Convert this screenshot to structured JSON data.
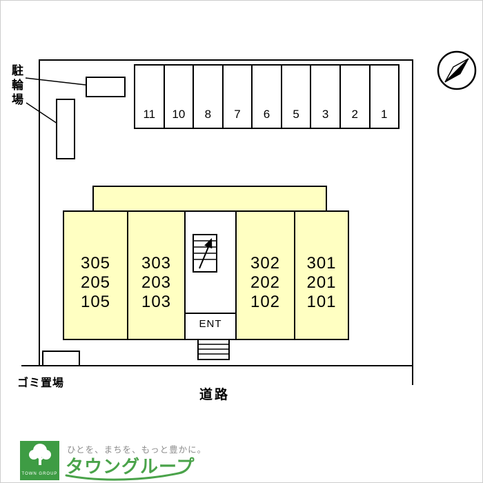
{
  "plan": {
    "bicycle_parking_label": "駐輪場",
    "parking_stalls": [
      "11",
      "10",
      "8",
      "7",
      "6",
      "5",
      "3",
      "2",
      "1"
    ],
    "rooms": [
      {
        "lines": [
          "305",
          "205",
          "105"
        ]
      },
      {
        "lines": [
          "303",
          "203",
          "103"
        ]
      },
      {
        "lines": [
          "302",
          "202",
          "102"
        ]
      },
      {
        "lines": [
          "301",
          "201",
          "101"
        ]
      }
    ],
    "entrance_label": "ENT",
    "garbage_label": "ゴミ置場",
    "road_label": "道路"
  },
  "icons": {
    "compass": "north-arrow-icon",
    "stairs": "stairs-icon",
    "logo_tree": "tree-icon"
  },
  "colors": {
    "room_fill": "#ffffc2",
    "line": "#000000",
    "brand_green": "#4aa34a",
    "badge_green": "#3e9c44",
    "tagline_gray": "#8c8c8c"
  },
  "logo": {
    "tagline": "ひとを、まちを、もっと豊かに。",
    "brand": "タウングループ",
    "badge_text": "TOWN GROUP"
  }
}
